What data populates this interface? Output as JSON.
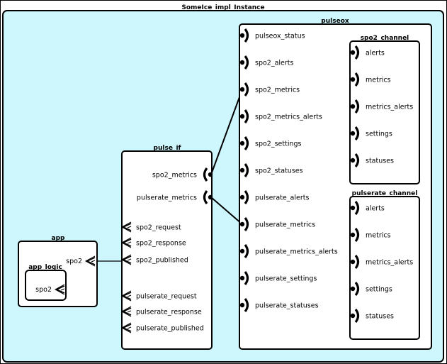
{
  "instance": {
    "title": "SomeIce_impl_Instance"
  },
  "pulse_if": {
    "title": "pulse_if",
    "ports": [
      "spo2_metrics",
      "pulserate_metrics",
      "spo2_request",
      "spo2_response",
      "spo2_published",
      "pulserate_request",
      "pulserate_response",
      "pulserate_published"
    ]
  },
  "app": {
    "title": "app",
    "port": "spo2",
    "logic": {
      "title": "app_logic",
      "port": "spo2"
    }
  },
  "pulseox": {
    "title": "pulseox",
    "ports": [
      "pulseox_status",
      "spo2_alerts",
      "spo2_metrics",
      "spo2_metrics_alerts",
      "spo2_settings",
      "spo2_statuses",
      "pulserate_alerts",
      "pulserate_metrics",
      "pulserate_metrics_alerts",
      "pulserate_settings",
      "pulserate_statuses"
    ]
  },
  "spo2_channel": {
    "title": "spo2_channel",
    "ports": [
      "alerts",
      "metrics",
      "metrics_alerts",
      "settings",
      "statuses"
    ]
  },
  "pulserate_channel": {
    "title": "pulserate_channel",
    "ports": [
      "alerts",
      "metrics",
      "metrics_alerts",
      "settings",
      "statuses"
    ]
  },
  "colors": {
    "instance_fill": "#cdf7fd",
    "box_fill": "#ffffff",
    "stroke": "#000000"
  }
}
